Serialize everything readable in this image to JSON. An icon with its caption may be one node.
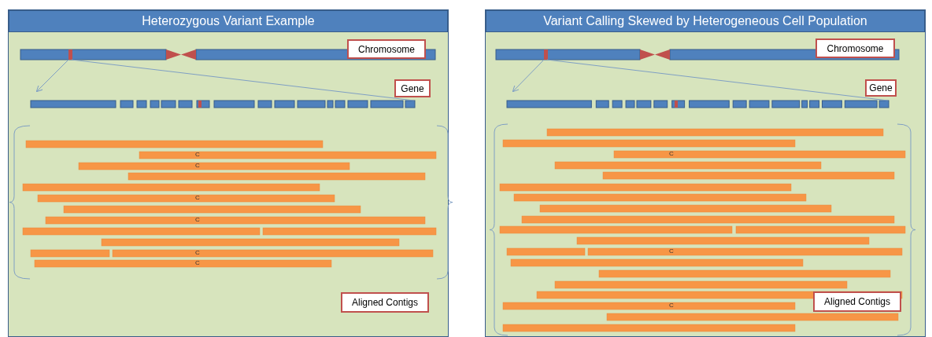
{
  "diagram": {
    "nodes": [
      {
        "text": [
          "Heterozygous Variant Example"
        ]
      },
      {
        "text": [],
        "shape": "bar",
        "in": 0
      },
      {
        "text": [
          "Chromosome"
        ],
        "in": 0
      },
      {
        "text": [],
        "shape": "bar",
        "in": 0
      },
      {
        "text": [
          "Gene"
        ],
        "in": 0
      },
      {
        "text": [
          "Aligned Contigs"
        ],
        "in": 0
      },
      {
        "text": [
          "Variant Calling Skewed by Heterogeneous Cell Population"
        ]
      },
      {
        "text": [],
        "shape": "bar",
        "in": 6
      },
      {
        "text": [
          "Chromosome"
        ],
        "in": 6
      },
      {
        "text": [],
        "shape": "bar",
        "in": 6
      },
      {
        "text": [
          "Gene"
        ],
        "in": 6
      },
      {
        "text": [
          "Aligned Contigs"
        ],
        "in": 6
      }
    ],
    "edges": [
      {
        "from": 1,
        "to": 3,
        "arrow": "to"
      },
      {
        "from": 1,
        "to": 3,
        "arrow": "none"
      },
      {
        "from": 7,
        "to": 9,
        "arrow": "to"
      },
      {
        "from": 7,
        "to": 9,
        "arrow": "none"
      }
    ],
    "labels": [
      "C",
      "C",
      "C",
      "C",
      "C",
      "C",
      "C",
      "C",
      "C"
    ]
  }
}
